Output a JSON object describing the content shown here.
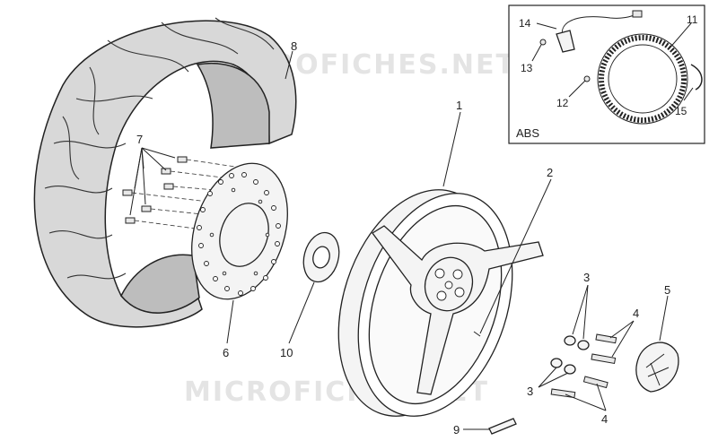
{
  "watermark": "MICROFICHES.NET",
  "abs_box": {
    "label": "ABS"
  },
  "callouts": {
    "c1": "1",
    "c2": "2",
    "c3a": "3",
    "c3b": "3",
    "c4a": "4",
    "c4b": "4",
    "c5": "5",
    "c6": "6",
    "c7": "7",
    "c8": "8",
    "c9": "9",
    "c10": "10",
    "c11": "11",
    "c12": "12",
    "c13": "13",
    "c14": "14",
    "c15": "15"
  }
}
